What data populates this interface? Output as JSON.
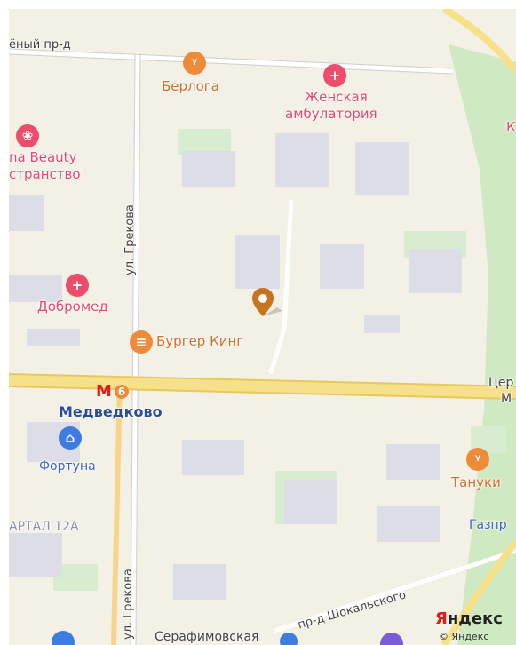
{
  "streets": {
    "top_passage": "ёный пр-д",
    "grekova_top": "ул. Грекова",
    "grekova_bottom": "ул. Грекова",
    "shokalsky": "пр-д Шокальского"
  },
  "pois": {
    "berloga": "Берлога",
    "women_clinic_line1": "Женская",
    "women_clinic_line2": "амбулатория",
    "beauty_line1": "na Beauty",
    "beauty_line2": "странство",
    "dobromed": "Добромед",
    "burger_king": "Бургер Кинг",
    "fortuna": "Фортуна",
    "tanuki": "Тануки",
    "gazprom_partial": "Газпр",
    "serafimovskaya": "Серафимовская",
    "right_edge_partial": "К",
    "center_partial_line1": "Цер",
    "center_partial_line2": "М"
  },
  "metro": {
    "station": "Медведково",
    "line_number": "6",
    "logo_letter": "М"
  },
  "areas": {
    "kvartal": "АРТАЛ 12А"
  },
  "branding": {
    "logo_first": "Я",
    "logo_rest": "ндекс",
    "copyright": "© Яндекс"
  },
  "colors": {
    "marker": "#c8741f",
    "main_road": "#f6e08a",
    "park": "#cfe9c3",
    "buildings": "#dcdde6"
  },
  "icons": {
    "restaurant": "fork-knife-icon",
    "clinic": "medical-cross-icon",
    "beauty": "lotus-icon",
    "burger": "burger-icon",
    "shopping": "shopping-bag-icon",
    "metro": "metro-m-icon",
    "location": "location-pin-icon"
  }
}
